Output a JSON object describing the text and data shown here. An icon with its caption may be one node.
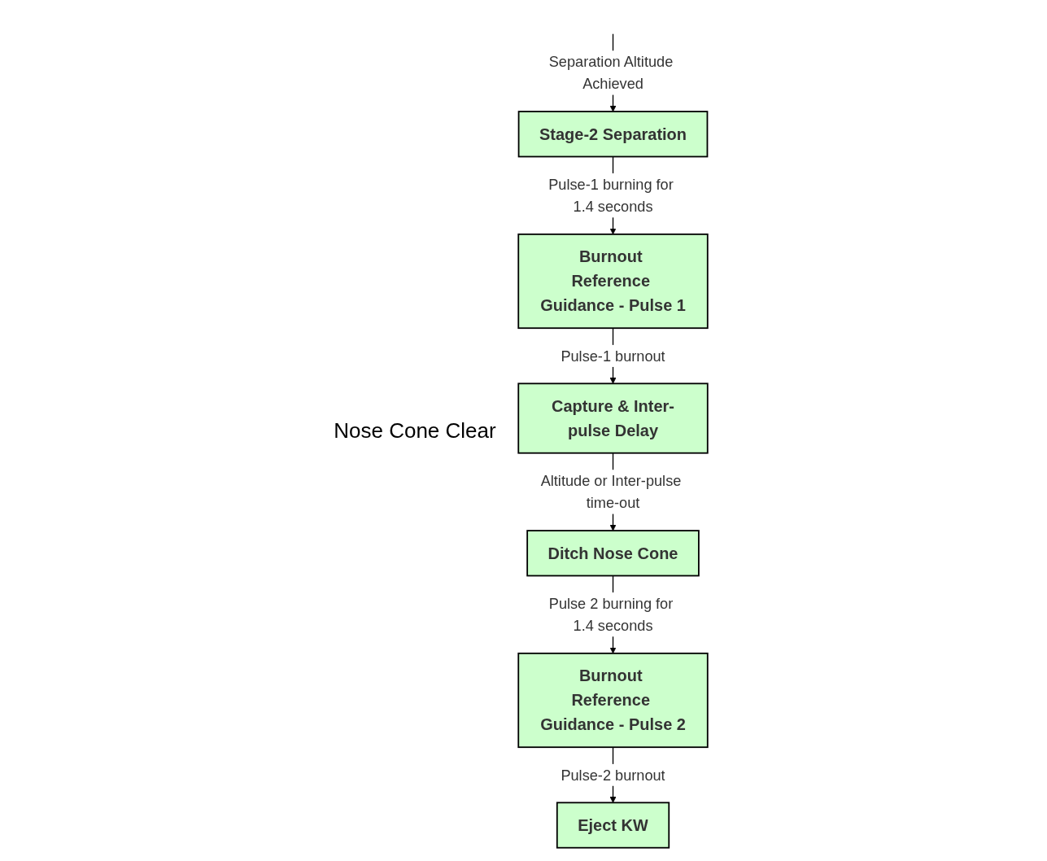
{
  "diagram": {
    "nodes": [
      {
        "text": [
          "Stage-2 Separation"
        ]
      },
      {
        "text": [
          "Burnout Reference Guidance - Pulse 1"
        ]
      },
      {
        "text": [
          "Capture & Inter-pulse Delay"
        ]
      },
      {
        "text": [
          "Ditch Nose Cone"
        ]
      },
      {
        "text": [
          "Burnout Reference Guidance - Pulse 2"
        ]
      },
      {
        "text": [
          "Eject KW"
        ]
      }
    ],
    "edges": [
      {
        "from": null,
        "to": 0,
        "arrow": "to",
        "label": "Separation Altitude Achieved"
      },
      {
        "from": 0,
        "to": 1,
        "arrow": "to",
        "label": "Pulse-1 burning for 1.4 seconds"
      },
      {
        "from": 1,
        "to": 2,
        "arrow": "to",
        "label": "Pulse-1 burnout"
      },
      {
        "from": 2,
        "to": 3,
        "arrow": "to",
        "label": "Altitude or Inter-pulse time-out"
      },
      {
        "from": 3,
        "to": 4,
        "arrow": "to",
        "label": "Pulse 2 burning for 1.4 seconds"
      },
      {
        "from": 4,
        "to": 5,
        "arrow": "to",
        "label": "Pulse-2 burnout"
      }
    ],
    "labels": [
      "Nose Cone Clear"
    ]
  }
}
